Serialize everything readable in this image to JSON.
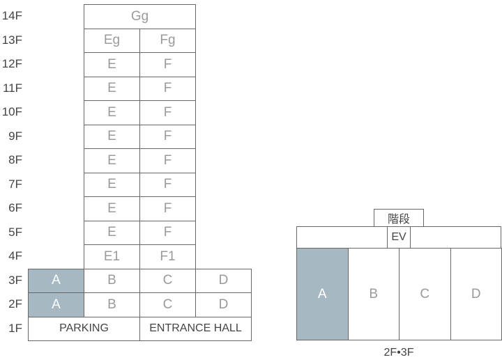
{
  "colors": {
    "highlight": "#a6b9c2",
    "border": "#666666",
    "unit_text": "#9a9a9a",
    "label_text": "#444444"
  },
  "elevation": {
    "floors": [
      {
        "label": "14F",
        "cells": [
          {
            "text": "Gg",
            "span": 2,
            "col": 1
          }
        ]
      },
      {
        "label": "13F",
        "cells": [
          {
            "text": "Eg",
            "col": 1
          },
          {
            "text": "Fg",
            "col": 2
          }
        ]
      },
      {
        "label": "12F",
        "cells": [
          {
            "text": "E",
            "col": 1
          },
          {
            "text": "F",
            "col": 2
          }
        ]
      },
      {
        "label": "11F",
        "cells": [
          {
            "text": "E",
            "col": 1
          },
          {
            "text": "F",
            "col": 2
          }
        ]
      },
      {
        "label": "10F",
        "cells": [
          {
            "text": "E",
            "col": 1
          },
          {
            "text": "F",
            "col": 2
          }
        ]
      },
      {
        "label": "9F",
        "cells": [
          {
            "text": "E",
            "col": 1
          },
          {
            "text": "F",
            "col": 2
          }
        ]
      },
      {
        "label": "8F",
        "cells": [
          {
            "text": "E",
            "col": 1
          },
          {
            "text": "F",
            "col": 2
          }
        ]
      },
      {
        "label": "7F",
        "cells": [
          {
            "text": "E",
            "col": 1
          },
          {
            "text": "F",
            "col": 2
          }
        ]
      },
      {
        "label": "6F",
        "cells": [
          {
            "text": "E",
            "col": 1
          },
          {
            "text": "F",
            "col": 2
          }
        ]
      },
      {
        "label": "5F",
        "cells": [
          {
            "text": "E",
            "col": 1
          },
          {
            "text": "F",
            "col": 2
          }
        ]
      },
      {
        "label": "4F",
        "cells": [
          {
            "text": "E1",
            "col": 1
          },
          {
            "text": "F1",
            "col": 2
          }
        ]
      },
      {
        "label": "3F",
        "cells": [
          {
            "text": "A",
            "col": 0,
            "highlight": true
          },
          {
            "text": "B",
            "col": 1
          },
          {
            "text": "C",
            "col": 2
          },
          {
            "text": "D",
            "col": 3
          }
        ]
      },
      {
        "label": "2F",
        "cells": [
          {
            "text": "A",
            "col": 0,
            "highlight": true
          },
          {
            "text": "B",
            "col": 1
          },
          {
            "text": "C",
            "col": 2
          },
          {
            "text": "D",
            "col": 3
          }
        ]
      },
      {
        "label": "1F",
        "cells": [
          {
            "text": "PARKING",
            "col": 0,
            "span": 2,
            "dark": true
          },
          {
            "text": "ENTRANCE HALL",
            "col": 2,
            "span": 2,
            "dark": true
          }
        ]
      }
    ]
  },
  "plan": {
    "stairs": "階段",
    "elevator": "EV",
    "units": [
      {
        "text": "A",
        "highlight": true
      },
      {
        "text": "B"
      },
      {
        "text": "C"
      },
      {
        "text": "D"
      }
    ],
    "caption": "2F•3F"
  }
}
